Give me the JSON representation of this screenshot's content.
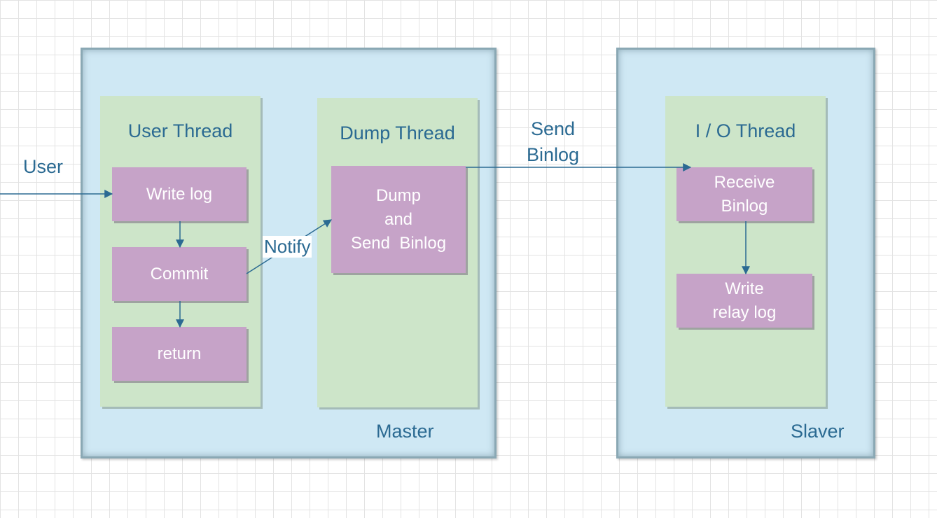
{
  "diagram": {
    "user_label": "User",
    "notify_label": "Notify",
    "send_binlog_label": [
      "Send",
      "Binlog"
    ],
    "master": {
      "label": "Master",
      "user_thread": {
        "title": "User Thread",
        "steps": [
          "Write log",
          "Commit",
          "return"
        ]
      },
      "dump_thread": {
        "title": "Dump Thread",
        "step_lines": [
          "Dump",
          "and",
          "Send  Binlog"
        ]
      }
    },
    "slaver": {
      "label": "Slaver",
      "io_thread": {
        "title": "I / O Thread",
        "receive_lines": [
          "Receive",
          "Binlog"
        ],
        "write_lines": [
          "Write",
          "relay log"
        ]
      }
    },
    "colors": {
      "outer_fill": "#cfe8f4",
      "thread_fill": "#cde5c9",
      "step_fill": "#c6a3c8",
      "text": "#2b6a92",
      "arrow": "#2b6a92"
    }
  }
}
